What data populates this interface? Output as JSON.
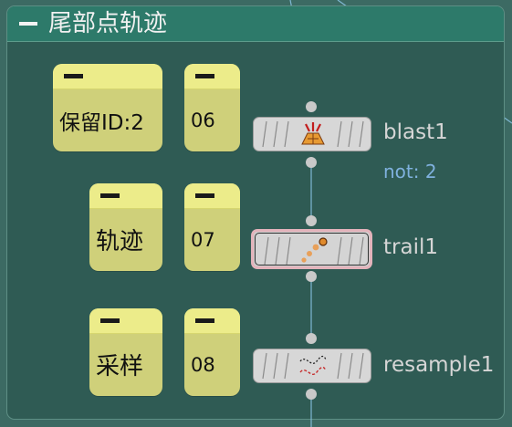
{
  "network_box": {
    "title": "尾部点轨迹"
  },
  "sticky_notes": [
    {
      "text": "保留ID:2"
    },
    {
      "text": "06"
    },
    {
      "text": "轨迹"
    },
    {
      "text": "07"
    },
    {
      "text": "采样"
    },
    {
      "text": "08"
    }
  ],
  "nodes": [
    {
      "name": "blast1",
      "note": "not: 2",
      "icon": "blast-icon"
    },
    {
      "name": "trail1",
      "icon": "trail-icon"
    },
    {
      "name": "resample1",
      "icon": "resample-icon"
    }
  ],
  "colors": {
    "network_background": "#3c6a63",
    "box_header": "#2d7a6a",
    "sticky_body": "#cfd07a",
    "sticky_bar": "#ecec8a",
    "node_body": "#d7d7d7",
    "selected_outline": "#e3b3bb",
    "note_text": "#7fb1de",
    "wire": "#7fb7d2"
  }
}
